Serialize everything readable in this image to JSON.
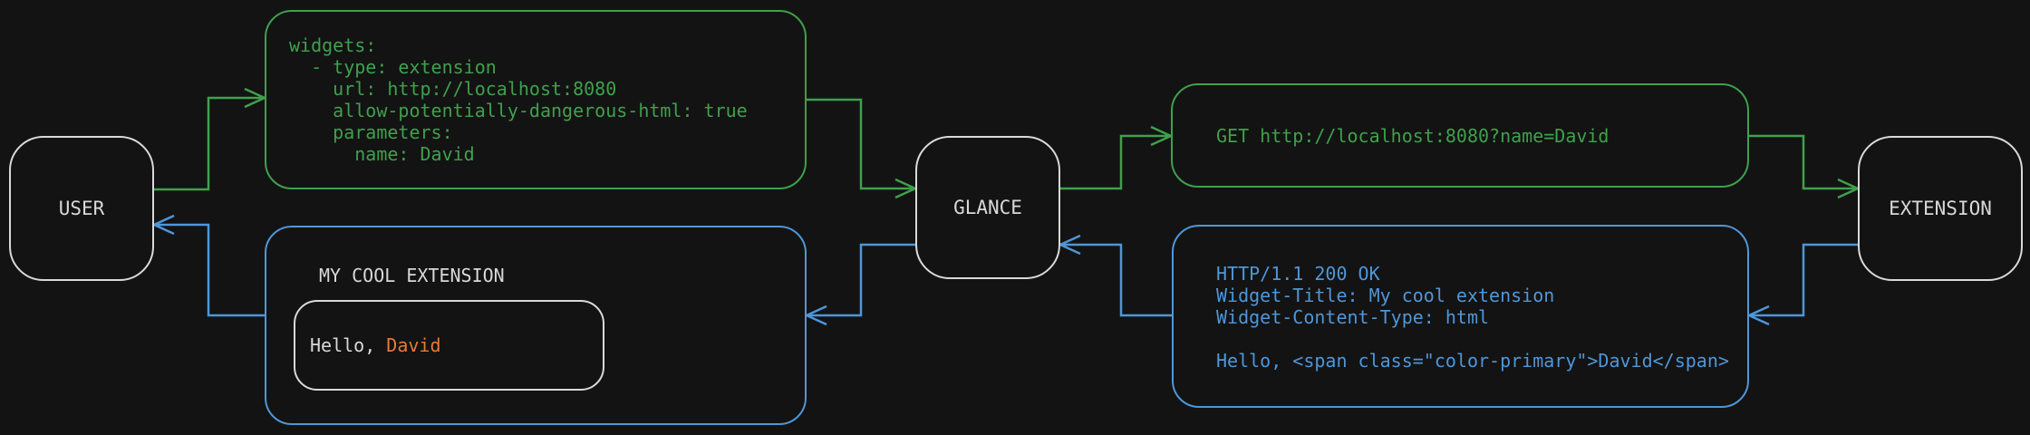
{
  "colors": {
    "background": "#131313",
    "green": "#3fa04c",
    "blue": "#4f96d8",
    "orange": "#e87a33",
    "border_gray": "#d9d9d9",
    "text_gray": "#d8d8d8"
  },
  "nodes": {
    "user": {
      "label": "USER"
    },
    "glance": {
      "label": "GLANCE"
    },
    "extension": {
      "label": "EXTENSION"
    }
  },
  "config_box": {
    "code": "widgets:\n  - type: extension\n    url: http://localhost:8080\n    allow-potentially-dangerous-html: true\n    parameters:\n      name: David"
  },
  "request_box": {
    "code": "GET http://localhost:8080?name=David"
  },
  "response_box": {
    "code": "HTTP/1.1 200 OK\nWidget-Title: My cool extension\nWidget-Content-Type: html\n\nHello, <span class=\"color-primary\">David</span>"
  },
  "widget_box": {
    "title": "MY COOL EXTENSION",
    "greeting_prefix": "Hello, ",
    "greeting_name": "David"
  }
}
